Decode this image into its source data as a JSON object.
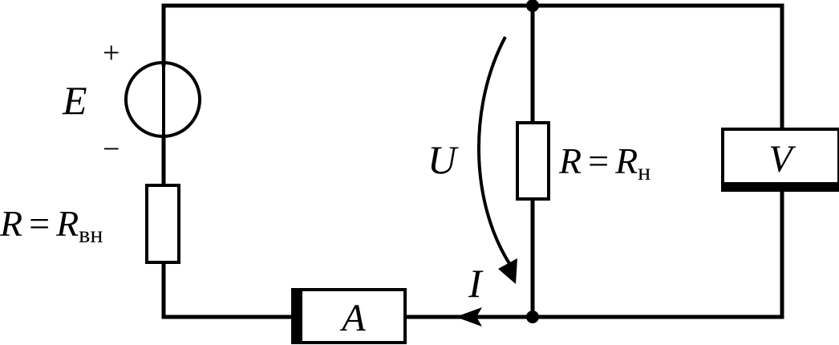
{
  "source": {
    "emf": "E",
    "plus": "+",
    "minus": "−"
  },
  "internal_resistor": {
    "R": "R",
    "eq": "=",
    "R2": "R",
    "sub": "вн"
  },
  "load_resistor": {
    "R": "R",
    "eq": "=",
    "R2": "R",
    "sub": "н"
  },
  "voltage_label": "U",
  "current_label": "I",
  "voltmeter": "V",
  "ammeter": "A"
}
